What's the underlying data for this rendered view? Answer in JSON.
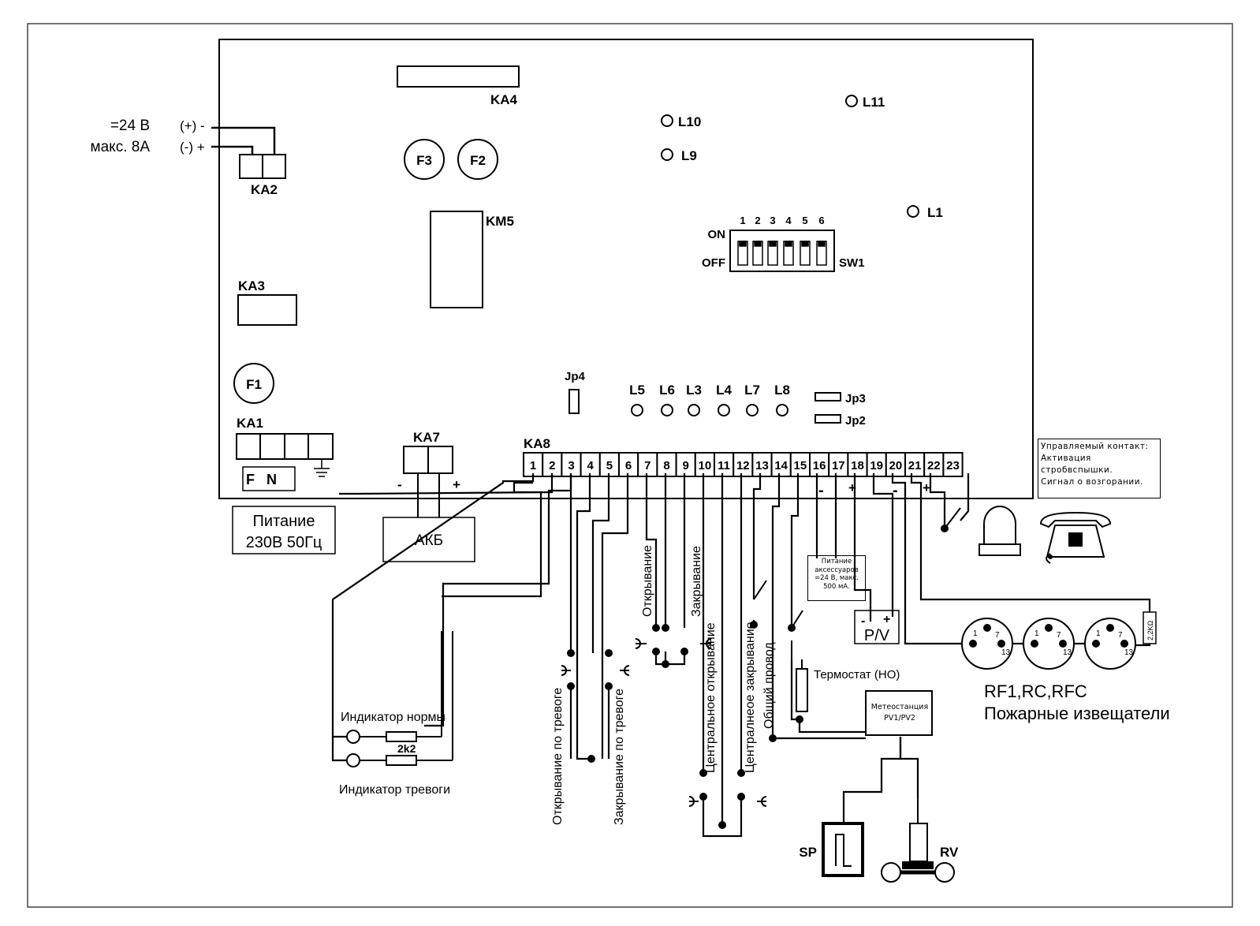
{
  "power_in": {
    "voltage": "=24 В",
    "current": "макс. 8A",
    "plus": "(+) -",
    "minus": "(-) +"
  },
  "board": {
    "ka1": "KA1",
    "ka2": "KA2",
    "ka3": "KA3",
    "ka4": "KA4",
    "km5": "KM5",
    "ka7": "KA7",
    "ka8": "KA8",
    "f1": "F1",
    "f2": "F2",
    "f3": "F3",
    "l1": "L1",
    "l9": "L9",
    "l10": "L10",
    "l11": "L11",
    "l5": "L5",
    "l6": "L6",
    "l3": "L3",
    "l4": "L4",
    "l7": "L7",
    "l8": "L8",
    "jp2": "Jp2",
    "jp3": "Jp3",
    "jp4": "Jp4",
    "sw1": "SW1",
    "sw_on": "ON",
    "sw_off": "OFF",
    "sw_numbers": [
      "1",
      "2",
      "3",
      "4",
      "5",
      "6"
    ],
    "ka1_f": "F",
    "ka1_n": "N",
    "ka7_minus": "-",
    "ka7_plus": "+"
  },
  "terminals": [
    "1",
    "2",
    "3",
    "4",
    "5",
    "6",
    "7",
    "8",
    "9",
    "10",
    "11",
    "12",
    "13",
    "14",
    "15",
    "16",
    "17",
    "18",
    "19",
    "20",
    "21",
    "22",
    "23"
  ],
  "signs": {
    "t16": "-",
    "t17": "+",
    "t20": "-",
    "t21": "+"
  },
  "mains": {
    "line1": "Питание",
    "line2": "230В 50Гц"
  },
  "battery": "АКБ",
  "control_note": [
    "Управляемый контакт:",
    "Активация стробвспышки.",
    "Сигнал о возгорании."
  ],
  "accessories_note": [
    "Питание",
    "аксессуаров",
    "=24 В, макс.",
    "500 мА."
  ],
  "pv": "P/V",
  "pv_minus": "-",
  "pv_plus": "+",
  "resistor_22k": "2,2KΩ",
  "resistor_2k2": "2k2",
  "indicators": {
    "norm": "Индикатор нормы",
    "alarm": "Индикатор тревоги"
  },
  "wire_labels": {
    "open_alarm": "Открывание по тревоге",
    "close_alarm": "Закрывание по тревоге",
    "open": "Открывание",
    "close": "Закрывание",
    "central_open": "Центральное открывание",
    "central_close": "Централнеое закрывание",
    "common": "Общий провод",
    "thermostat": "Термостат (НО)"
  },
  "meteo": [
    "Метеостанция",
    "PV1/PV2"
  ],
  "sp": "SP",
  "rv": "RV",
  "detectors": {
    "models": "RF1,RC,RFC",
    "title": "Пожарные извещатели",
    "pin1": "1",
    "pin7": "7",
    "pin13": "13"
  }
}
